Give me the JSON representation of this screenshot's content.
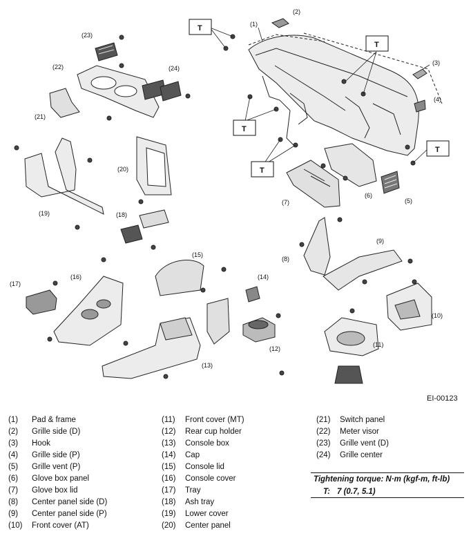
{
  "figure_id": "EI-00123",
  "diagram": {
    "callouts": {
      "c1": "(1)",
      "c2": "(2)",
      "c3": "(3)",
      "c4": "(4)",
      "c5": "(5)",
      "c6": "(6)",
      "c7": "(7)",
      "c8": "(8)",
      "c9": "(9)",
      "c10": "(10)",
      "c11": "(11)",
      "c12": "(12)",
      "c13": "(13)",
      "c14": "(14)",
      "c15": "(15)",
      "c16": "(16)",
      "c17": "(17)",
      "c18": "(18)",
      "c19": "(19)",
      "c20": "(20)",
      "c21": "(21)",
      "c22": "(22)",
      "c23": "(23)",
      "c24": "(24)"
    },
    "torque_tag": "T"
  },
  "legend": {
    "col1": [
      {
        "num": "(1)",
        "name": "Pad & frame"
      },
      {
        "num": "(2)",
        "name": "Grille side (D)"
      },
      {
        "num": "(3)",
        "name": "Hook"
      },
      {
        "num": "(4)",
        "name": "Grille side (P)"
      },
      {
        "num": "(5)",
        "name": "Grille vent (P)"
      },
      {
        "num": "(6)",
        "name": "Glove box panel"
      },
      {
        "num": "(7)",
        "name": "Glove box lid"
      },
      {
        "num": "(8)",
        "name": "Center panel side (D)"
      },
      {
        "num": "(9)",
        "name": "Center panel side (P)"
      },
      {
        "num": "(10)",
        "name": "Front cover (AT)"
      }
    ],
    "col2": [
      {
        "num": "(11)",
        "name": "Front cover (MT)"
      },
      {
        "num": "(12)",
        "name": "Rear cup holder"
      },
      {
        "num": "(13)",
        "name": "Console box"
      },
      {
        "num": "(14)",
        "name": "Cap"
      },
      {
        "num": "(15)",
        "name": "Console lid"
      },
      {
        "num": "(16)",
        "name": "Console cover"
      },
      {
        "num": "(17)",
        "name": "Tray"
      },
      {
        "num": "(18)",
        "name": "Ash tray"
      },
      {
        "num": "(19)",
        "name": "Lower cover"
      },
      {
        "num": "(20)",
        "name": "Center panel"
      }
    ],
    "col3": [
      {
        "num": "(21)",
        "name": "Switch panel"
      },
      {
        "num": "(22)",
        "name": "Meter visor"
      },
      {
        "num": "(23)",
        "name": "Grille vent (D)"
      },
      {
        "num": "(24)",
        "name": "Grille center"
      }
    ]
  },
  "torque": {
    "title": "Tightening torque: N·m (kgf-m, ft-lb)",
    "symbol": "T:",
    "value": "7 (0.7, 5.1)"
  }
}
